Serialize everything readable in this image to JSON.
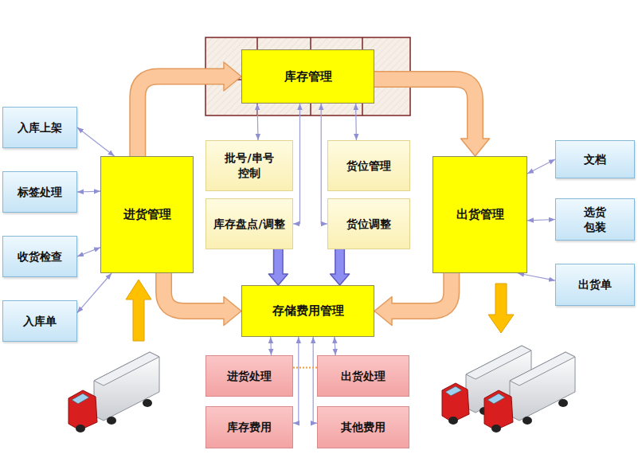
{
  "diagram": {
    "nodes": [
      {
        "text": [
          "库存管理"
        ]
      },
      {
        "text": [
          "入库上架"
        ]
      },
      {
        "text": [
          "标签处理"
        ]
      },
      {
        "text": [
          "收货检查"
        ]
      },
      {
        "text": [
          "入库单"
        ]
      },
      {
        "text": [
          "进货管理"
        ]
      },
      {
        "text": [
          "批号/串号 控制"
        ]
      },
      {
        "text": [
          "货位管理"
        ]
      },
      {
        "text": [
          "库存盘点/调整"
        ]
      },
      {
        "text": [
          "货位调整"
        ]
      },
      {
        "text": [
          "出货管理"
        ]
      },
      {
        "text": [
          "文档"
        ]
      },
      {
        "text": [
          "选货 包装"
        ]
      },
      {
        "text": [
          "出货单"
        ]
      },
      {
        "text": [
          "存储费用管理"
        ]
      },
      {
        "text": [
          "进货处理"
        ]
      },
      {
        "text": [
          "出货处理"
        ]
      },
      {
        "text": [
          "库存费用"
        ]
      },
      {
        "text": [
          "其他费用"
        ]
      }
    ],
    "edges": [
      {
        "from": 1,
        "to": 5,
        "arrow": "both"
      },
      {
        "from": 2,
        "to": 5,
        "arrow": "both"
      },
      {
        "from": 3,
        "to": 5,
        "arrow": "both"
      },
      {
        "from": 4,
        "to": 5,
        "arrow": "both"
      },
      {
        "from": 5,
        "to": 0,
        "arrow": "to"
      },
      {
        "from": 0,
        "to": 10,
        "arrow": "to"
      },
      {
        "from": 0,
        "to": 6,
        "arrow": "both"
      },
      {
        "from": 0,
        "to": 8,
        "arrow": "both"
      },
      {
        "from": 0,
        "to": 9,
        "arrow": "both"
      },
      {
        "from": 0,
        "to": 7,
        "arrow": "both"
      },
      {
        "from": 8,
        "to": 14,
        "arrow": "to"
      },
      {
        "from": 9,
        "to": 14,
        "arrow": "to"
      },
      {
        "from": 5,
        "to": 14,
        "arrow": "to"
      },
      {
        "from": 10,
        "to": 14,
        "arrow": "to"
      },
      {
        "from": 10,
        "to": 11,
        "arrow": "both"
      },
      {
        "from": 10,
        "to": 12,
        "arrow": "both"
      },
      {
        "from": 10,
        "to": 13,
        "arrow": "both"
      },
      {
        "from": 14,
        "to": 15,
        "arrow": "both"
      },
      {
        "from": 14,
        "to": 16,
        "arrow": "both"
      },
      {
        "from": 14,
        "to": 17,
        "arrow": "both"
      },
      {
        "from": 14,
        "to": 18,
        "arrow": "both"
      },
      {
        "from": 15,
        "to": 16,
        "arrow": "none"
      }
    ]
  }
}
